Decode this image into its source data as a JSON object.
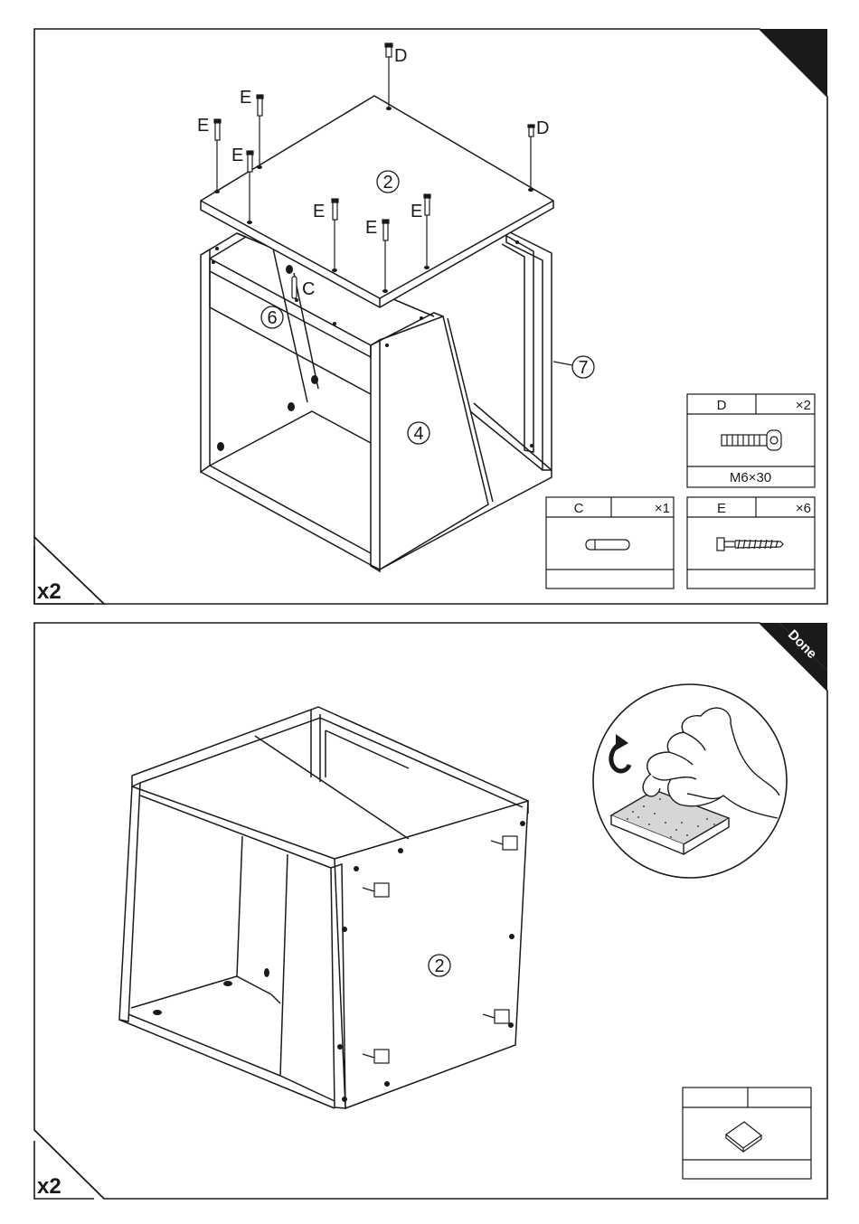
{
  "panels": [
    {
      "multiplier": "x2",
      "part_labels": {
        "top_panel": "2",
        "front_rail": "6",
        "side_panel": "4",
        "back_frame": "7"
      },
      "fastener_labels": [
        "D",
        "D",
        "E",
        "E",
        "E",
        "E",
        "E",
        "E",
        "C"
      ],
      "hardware": [
        {
          "code": "D",
          "qty": "×2",
          "size": "M6×30",
          "icon": "bolt-icon"
        },
        {
          "code": "C",
          "qty": "×1",
          "size": "",
          "icon": "dowel-icon"
        },
        {
          "code": "E",
          "qty": "×6",
          "size": "",
          "icon": "screw-icon"
        }
      ]
    },
    {
      "multiplier": "x2",
      "corner_tag": "Done",
      "part_labels": {
        "top_panel": "2"
      },
      "detail_icons": [
        "rotate-arrow-icon",
        "hand-peeling-icon",
        "felt-pad-icon"
      ],
      "hardware_icon": "felt-pad-icon"
    }
  ],
  "colors": {
    "ink": "#1a1a1a",
    "paper": "#ffffff",
    "felt": "#d6d6d6"
  }
}
